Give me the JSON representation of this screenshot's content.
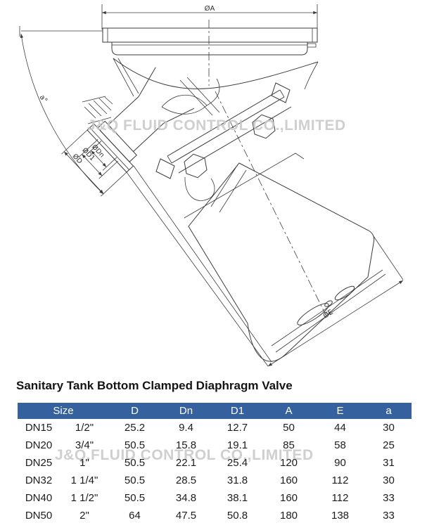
{
  "drawing": {
    "labels": {
      "dia_a": "ØA",
      "dia_e": "ØE",
      "dia_d": "ØD",
      "dia_d1": "ØD1",
      "dia_dn": "ØDn",
      "angle": "a°"
    },
    "watermark": "J&Q FLUID CONTROL CO.,LIMITED",
    "ink_color": "#3a3a3a"
  },
  "sheet": {
    "title": "Sanitary Tank Bottom Clamped Diaphragm Valve",
    "watermark": "J&Q.FLUID CONTROL CO.,LIMITED",
    "table": {
      "size_header": "Size",
      "dim_headers": [
        "D",
        "Dn",
        "D1",
        "A",
        "E",
        "a"
      ],
      "header_bg": "#35619E",
      "header_text_color": "#FFFFFF",
      "rows": [
        [
          "DN15",
          "1/2\"",
          "25.2",
          "9.4",
          "12.7",
          "50",
          "44",
          "30"
        ],
        [
          "DN20",
          "3/4\"",
          "50.5",
          "15.8",
          "19.1",
          "85",
          "58",
          "25"
        ],
        [
          "DN25",
          "1\"",
          "50.5",
          "22.1",
          "25.4",
          "120",
          "90",
          "31"
        ],
        [
          "DN32",
          "1 1/4\"",
          "50.5",
          "28.5",
          "31.8",
          "160",
          "112",
          "30"
        ],
        [
          "DN40",
          "1 1/2\"",
          "50.5",
          "34.8",
          "38.1",
          "160",
          "112",
          "33"
        ],
        [
          "DN50",
          "2\"",
          "64",
          "47.5",
          "50.8",
          "180",
          "138",
          "33"
        ]
      ]
    }
  }
}
